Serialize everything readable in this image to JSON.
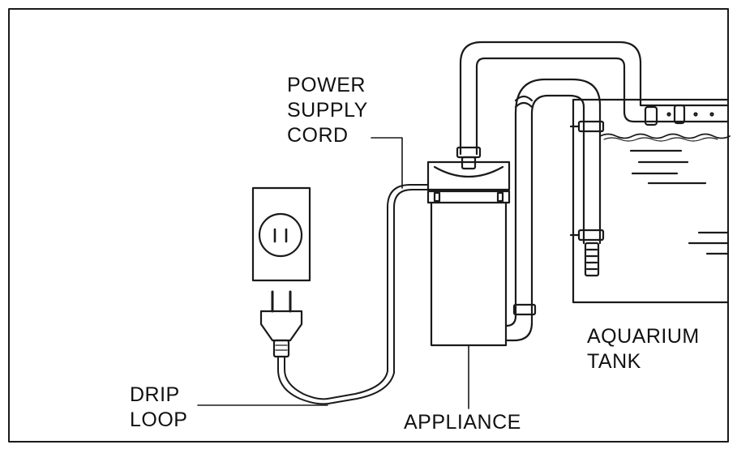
{
  "labels": {
    "power_cord": [
      "POWER",
      "SUPPLY",
      "CORD"
    ],
    "aquarium_tank": [
      "AQUARIUM",
      "TANK"
    ],
    "drip_loop": [
      "DRIP",
      "LOOP"
    ],
    "appliance": "APPLIANCE"
  },
  "colors": {
    "ink": "#1a1a1a",
    "paper": "#ffffff"
  }
}
